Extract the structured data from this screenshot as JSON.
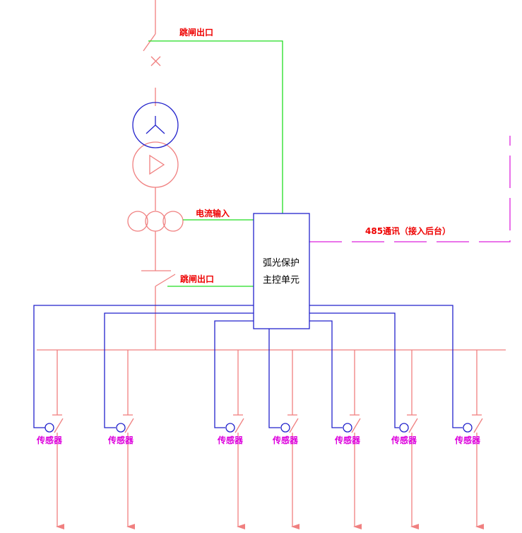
{
  "labels": {
    "trip_outlet_top": "跳闸出口",
    "current_input": "电流输入",
    "trip_outlet_mid": "跳闸出口",
    "comm": "485通讯（接入后台）",
    "unit_line1": "弧光保护",
    "unit_line2": "主控单元"
  },
  "sensor_label": "传感器",
  "feeder_count": 7,
  "colors": {
    "power": "#f08080",
    "control": "#22dd22",
    "sensor_wire": "#2222cc",
    "comm": "#dd22dd",
    "label_red": "#ee0000",
    "label_magenta": "#dd00dd",
    "box": "#2222cc"
  }
}
